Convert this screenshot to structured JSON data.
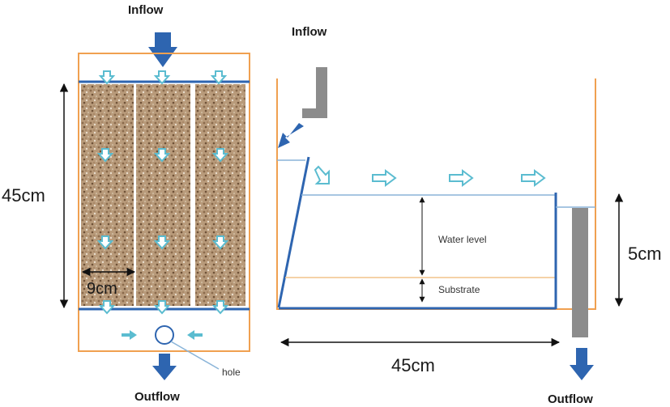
{
  "left_view": {
    "inflow_label": "Inflow",
    "outflow_label": "Outflow",
    "height_label": "45cm",
    "width_label": "9cm",
    "hole_label": "hole"
  },
  "right_view": {
    "inflow_label": "Inflow",
    "outflow_label": "Outflow",
    "water_level_label": "Water level",
    "substrate_label": "Substrate",
    "length_label": "45cm",
    "depth_label": "5cm"
  },
  "colors": {
    "frame": "#f0a050",
    "arrow_blue": "#2e65b0",
    "flow_arrow": "#5bbcd0",
    "pipe_gray": "#8c8c8c",
    "water_line": "#8ab4d8",
    "substrate_line": "#f2c48a",
    "gravel": "#b89a7a"
  }
}
